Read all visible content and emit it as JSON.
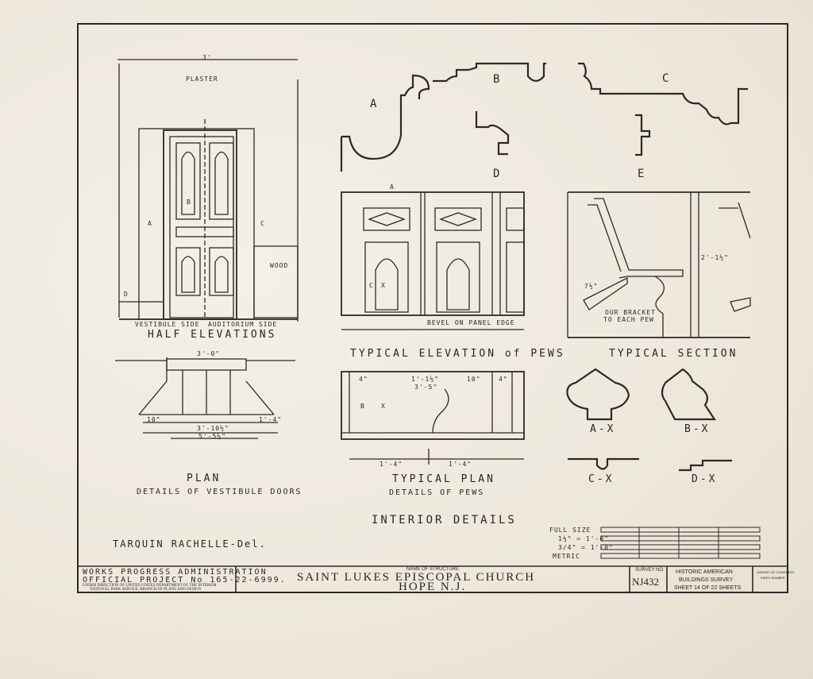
{
  "sheet": {
    "main_title": "INTERIOR DETAILS",
    "delineator": "TARQUIN RACHELLE-Del."
  },
  "profiles": {
    "a": "A",
    "b": "B",
    "c": "C",
    "d": "D",
    "e": "E"
  },
  "half_elevations": {
    "title": "HALF ELEVATIONS",
    "plaster_label": "PLASTER",
    "vestibule_side": "VESTIBULE SIDE",
    "auditorium_side": "AUDITORIUM SIDE",
    "top_dim": "3'",
    "wood_label": "WOOD",
    "mark_a": "A",
    "mark_b": "B",
    "mark_c": "C",
    "mark_d": "D"
  },
  "plan": {
    "title": "PLAN",
    "subtitle": "DETAILS OF VESTIBULE DOORS",
    "dim_top": "3'-0\"",
    "dim_left": "10\"",
    "dim_mid": "3'-10½\"",
    "dim_right": "1'-4\"",
    "dim_total": "5'-5½\""
  },
  "pew_elevation": {
    "title": "TYPICAL ELEVATION of PEWS",
    "bevel_note": "BEVEL ON PANEL EDGE",
    "mark_a": "A",
    "mark_x": "X",
    "mark_c": "C"
  },
  "pew_plan": {
    "title": "TYPICAL PLAN",
    "subtitle": "DETAILS OF PEWS",
    "dim_top_1": "4\"",
    "dim_top_2": "1'-1½\"",
    "dim_top_3": "10\"",
    "dim_top_4": "4\"",
    "dim_overall": "3'-5\"",
    "dim_bottom_1": "1'-4\"",
    "dim_bottom_2": "1'-4\"",
    "mark_b": "B",
    "mark_x": "X"
  },
  "section": {
    "title": "TYPICAL SECTION",
    "bracket_note_1": "OUR BRACKET",
    "bracket_note_2": "TO EACH PEW",
    "dim_seat": "7½\"",
    "dim_height": "2'-1½\""
  },
  "sections_x": {
    "ax": "A-X",
    "bx": "B-X",
    "cx": "C-X",
    "dx": "D-X"
  },
  "scale": {
    "full_size": "FULL SIZE",
    "s1": "1½\" = 1'-0\"",
    "s2": "3/4\" = 1'-0\"",
    "metric": "METRIC"
  },
  "title_block": {
    "wpa_1": "WORKS PROGRESS ADMINISTRATION",
    "wpa_2": "OFFICIAL PROJECT No 165-22-6999.",
    "wpa_3": "UNDER DIRECTION OF UNITED STATES DEPARTMENT OF THE INTERIOR",
    "wpa_4": "NATIONAL PARK SERVICE, BRANCH OF PLANS AND DESIGN",
    "name_label": "NAME OF STRUCTURE",
    "structure_1": "SAINT LUKES EPISCOPAL CHURCH",
    "structure_2": "HOPE N.J.",
    "survey_label": "SURVEY NO.",
    "survey_no": "NJ432",
    "habs_1": "HISTORIC AMERICAN",
    "habs_2": "BUILDINGS SURVEY",
    "sheet_text": "SHEET 14 OF 22 SHEETS",
    "library_1": "LIBRARY OF CONGRESS",
    "library_2": "INDEX NUMBER"
  }
}
